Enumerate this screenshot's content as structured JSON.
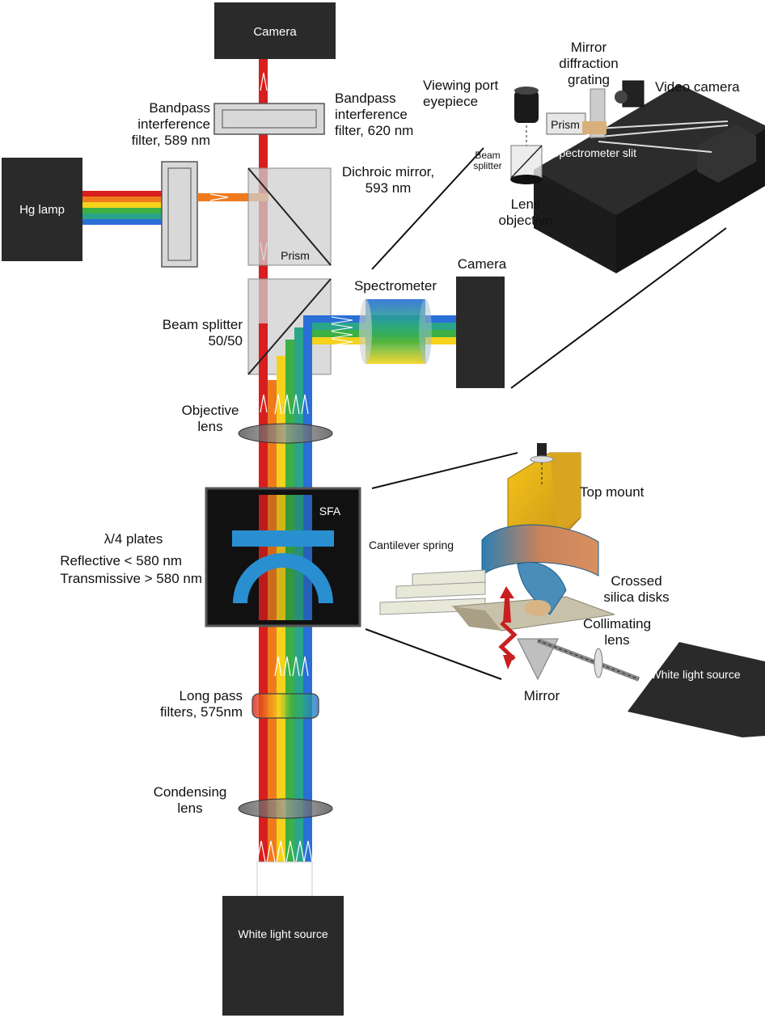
{
  "labels": {
    "camera_top": "Camera",
    "bandpass_620": "Bandpass\ninterference\nfilter, 620 nm",
    "bandpass_589": "Bandpass\ninterference\nfilter, 589 nm",
    "hg_lamp": "Hg lamp",
    "dichroic": "Dichroic mirror,\n593 nm",
    "prism": "Prism",
    "beam_splitter": "Beam splitter\n50/50",
    "spectrometer": "Spectrometer",
    "camera_right": "Camera",
    "objective_lens": "Objective\nlens",
    "sfa": "SFA",
    "quarter_plates": "λ/4 plates",
    "reflective": "Reflective < 580 nm",
    "transmissive": "Transmissive > 580 nm",
    "long_pass": "Long pass\nfilters, 575nm",
    "condensing_lens": "Condensing\nlens",
    "white_light_bottom": "White light source"
  },
  "inset_spectrometer": {
    "viewing_port": "Viewing port\neyepiece",
    "mirror_grating": "Mirror\ndiffraction\ngrating",
    "video_camera": "Video camera",
    "prism": "Prism",
    "beam_splitter": "Beam\nsplitter",
    "spectrometer_slit": "Spectrometer slit",
    "lens_objective": "Lens\nobjective"
  },
  "inset_sfa": {
    "top_mount": "Top mount",
    "cantilever_spring": "Cantilever spring",
    "crossed_disks": "Crossed\nsilica disks",
    "collimating_lens": "Collimating\nlens",
    "white_light_source": "White light source",
    "mirror": "Mirror"
  },
  "colors": {
    "red": "#d81e1e",
    "orange": "#ef7a1e",
    "yellow": "#f5d21c",
    "green": "#3cb043",
    "teal": "#2aa58a",
    "blue": "#2a6fd6",
    "box_dark": "#2a2a2a",
    "sfa_blue": "#2a8fd0"
  }
}
